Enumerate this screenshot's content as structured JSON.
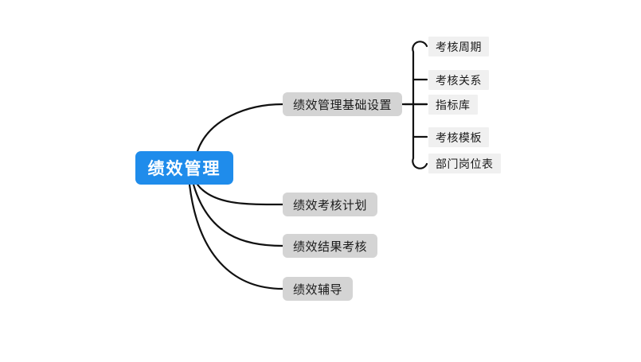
{
  "diagram": {
    "type": "mind-map",
    "title": "绩效管理",
    "background_color": "#ffffff",
    "root": {
      "label": "绩效管理",
      "fill_color": "#1f8ceb",
      "text_color": "#ffffff"
    },
    "branch_fill_color": "#d4d4d4",
    "leaf_fill_color": "#f0f0f0",
    "edge_color": "#000000",
    "branches": [
      {
        "label": "绩效管理基础设置",
        "children": [
          {
            "label": "考核周期"
          },
          {
            "label": "考核关系"
          },
          {
            "label": "指标库"
          },
          {
            "label": "考核模板"
          },
          {
            "label": "部门岗位表"
          }
        ]
      },
      {
        "label": "绩效考核计划",
        "children": []
      },
      {
        "label": "绩效结果考核",
        "children": []
      },
      {
        "label": "绩效辅导",
        "children": []
      }
    ]
  }
}
